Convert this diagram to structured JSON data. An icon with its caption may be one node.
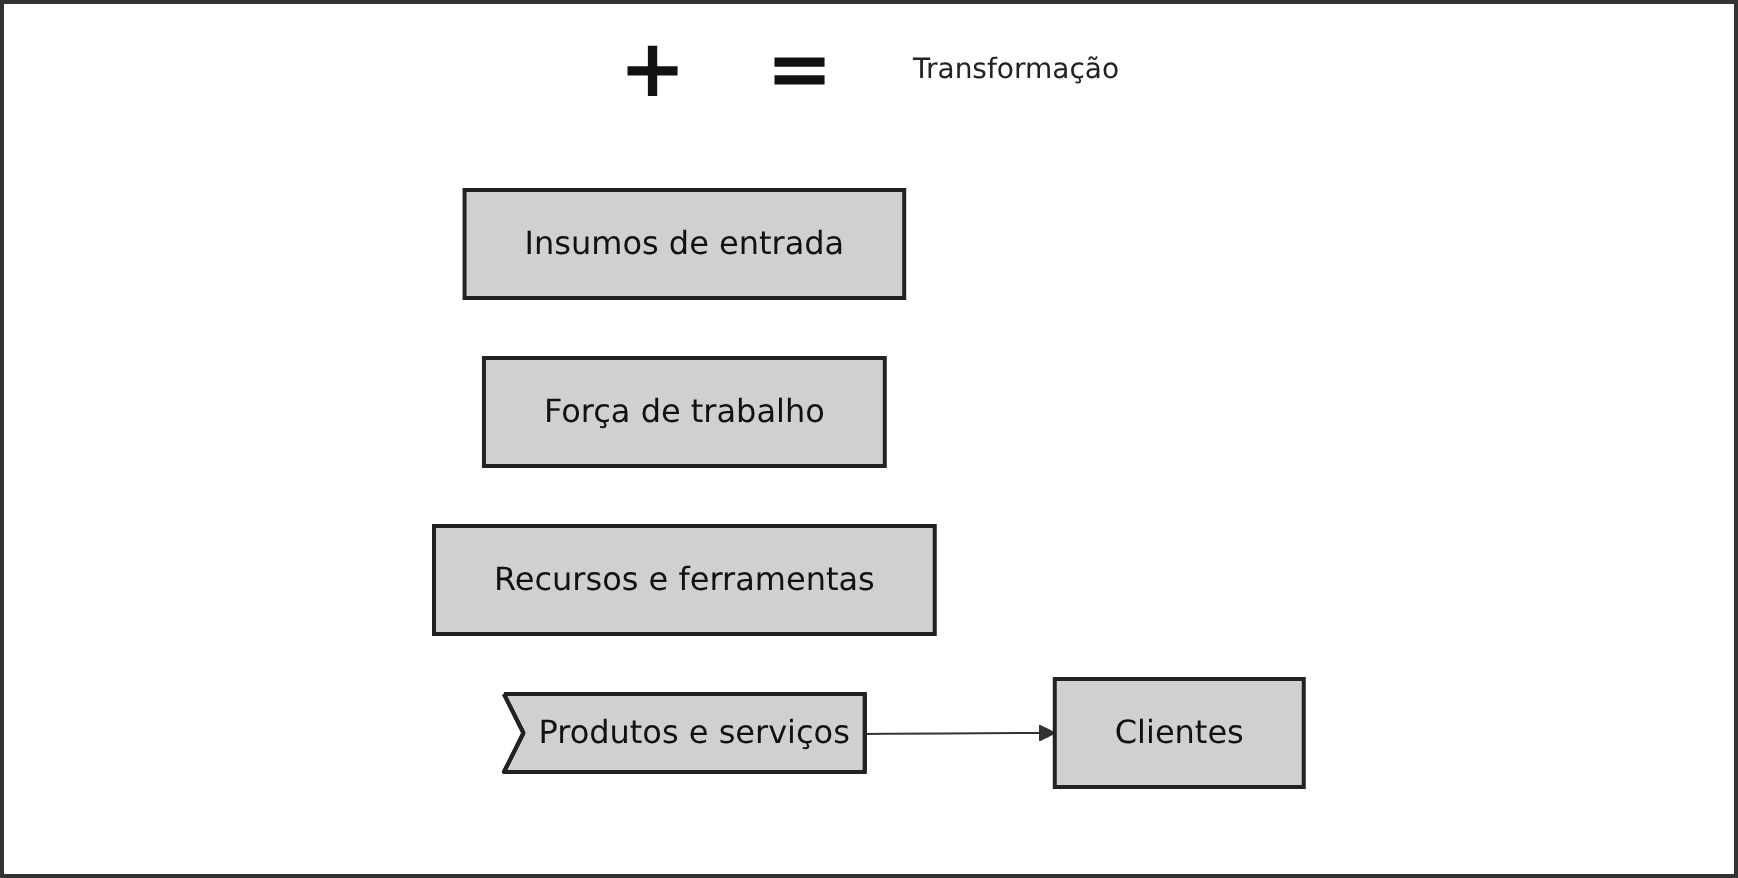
{
  "diagram": {
    "nodes": [
      {
        "text": [
          "Insumos de entrada"
        ]
      },
      {
        "text": [
          "Força de trabalho"
        ]
      },
      {
        "text": [
          "Recursos e ferramentas"
        ]
      },
      {
        "text": [
          "Produtos e serviços"
        ]
      },
      {
        "text": [
          "Clientes"
        ]
      }
    ],
    "edges": [
      {
        "from": 3,
        "to": 4,
        "arrow": "to"
      }
    ],
    "labels": [
      "+",
      "=",
      "Transformação"
    ]
  }
}
